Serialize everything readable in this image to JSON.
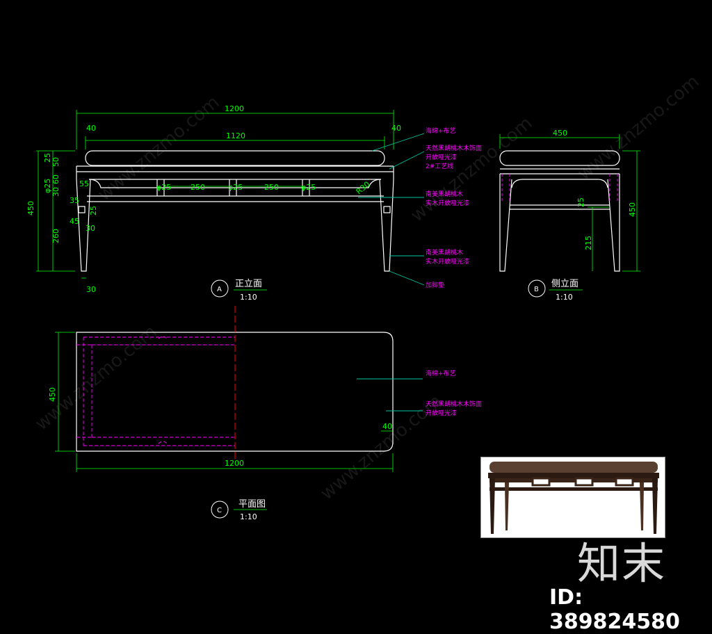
{
  "front_view": {
    "dims": {
      "overall_width": "1200",
      "inner_width": "1120",
      "left_offset": "40",
      "right_offset": "40",
      "height_total": "450",
      "h_25": "25",
      "h_50": "50",
      "h_phi25": "φ25",
      "h_60": "60",
      "h_30": "30",
      "h_260": "260",
      "h_55": "55",
      "h_35": "35",
      "h_45": "45",
      "h_25b": "25",
      "h_30b": "30",
      "foot_30": "30",
      "spacing_1": "250",
      "spacing_2": "250",
      "post_1": "φ25",
      "post_2": "φ25",
      "post_3": "φ25",
      "radius": "R30"
    },
    "callouts": [
      "海绵+布艺",
      "天然黑胡桃木木饰面",
      "开放哑光漆",
      "2#工艺线",
      "南美黑胡桃木",
      "实木开放哑光漆",
      "南美黑胡桃木",
      "实木开放哑光漆",
      "加脚垫"
    ],
    "label": {
      "marker": "A",
      "title": "正立面",
      "scale": "1:10"
    }
  },
  "side_view": {
    "dims": {
      "width": "450",
      "height": "450",
      "h_25": "25",
      "h_215": "215"
    },
    "label": {
      "marker": "B",
      "title": "侧立面",
      "scale": "1:10"
    }
  },
  "plan_view": {
    "dims": {
      "width": "1200",
      "depth": "450",
      "corner": "40"
    },
    "callouts": [
      "海绵+布艺",
      "天然黑胡桃木木饰面",
      "开放哑光漆"
    ],
    "label": {
      "marker": "C",
      "title": "平面图",
      "scale": "1:10"
    }
  },
  "watermark": {
    "site": "www.znzmo.com",
    "brand": "知末",
    "id": "ID: 389824580"
  },
  "colors": {
    "lines": "#ffffff",
    "dimensions": "#00ff00",
    "callout_text": "#ff00ff",
    "leaders": "#00c8a0",
    "hidden": "#ff00ff",
    "centerline": "#ff0000"
  }
}
